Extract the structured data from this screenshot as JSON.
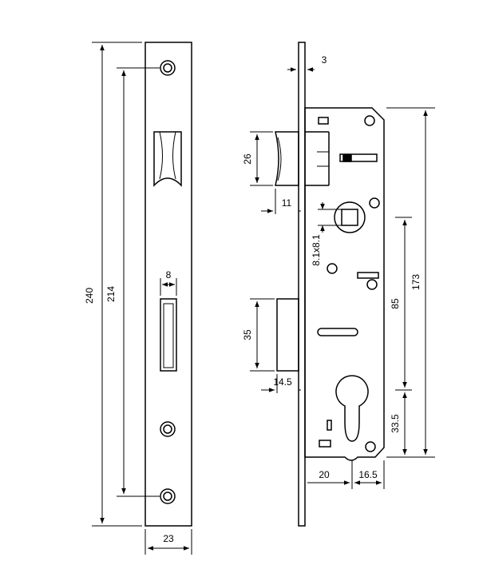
{
  "dimensions": {
    "faceplate_length": "240",
    "screw_spacing": "214",
    "faceplate_width": "23",
    "slot_width": "8",
    "plate_thickness": "3",
    "latch_height": "26",
    "latch_projection": "11",
    "square_spindle": "8.1x8.1",
    "center_distance": "85",
    "body_height": "173",
    "bolt_height": "35",
    "bolt_projection": "14.5",
    "cylinder_offset": "33.5",
    "backset": "20",
    "cylinder_to_edge": "16.5"
  },
  "colors": {
    "line": "#000000",
    "background": "#ffffff"
  }
}
